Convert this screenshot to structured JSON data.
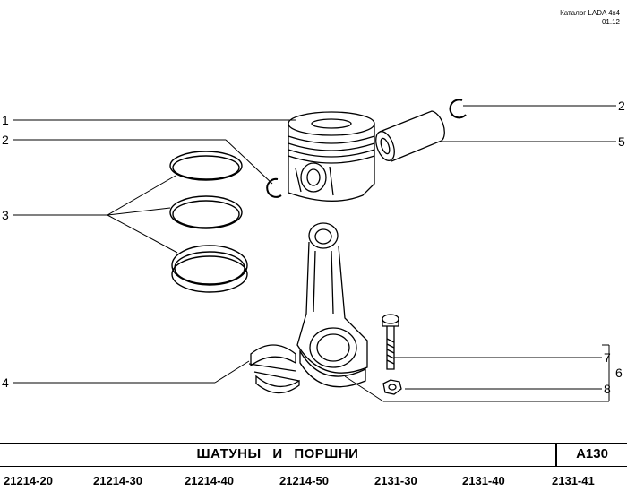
{
  "header": {
    "catalog": "Каталог LADA 4x4",
    "date": "01.12"
  },
  "callouts": {
    "n1": "1",
    "n2a": "2",
    "n2b": "2",
    "n3": "3",
    "n4": "4",
    "n5": "5",
    "n6": "6",
    "n7": "7",
    "n8": "8"
  },
  "footer": {
    "title": "ШАТУНЫ И ПОРШНИ",
    "sheet": "А130",
    "models": [
      "21214-20",
      "21214-30",
      "21214-40",
      "21214-50",
      "2131-30",
      "2131-40",
      "2131-41"
    ]
  }
}
